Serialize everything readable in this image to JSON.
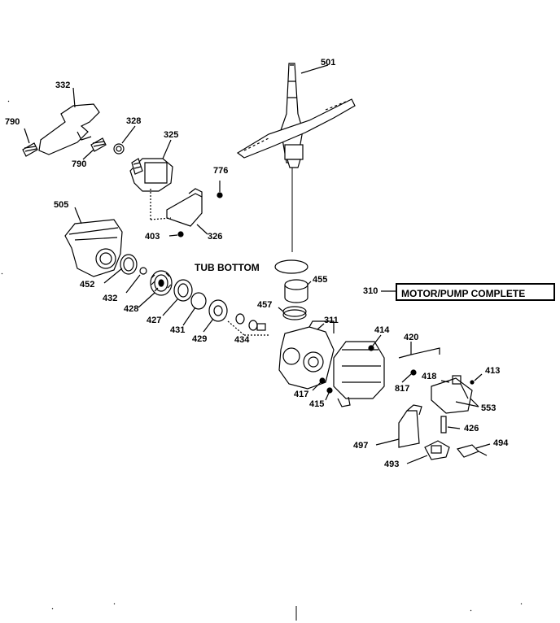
{
  "diagram": {
    "callouts": {
      "p501": "501",
      "p332": "332",
      "p790a": "790",
      "p790b": "790",
      "p328": "328",
      "p325": "325",
      "p776": "776",
      "p403": "403",
      "p326": "326",
      "p505": "505",
      "p452": "452",
      "p432": "432",
      "p428": "428",
      "p427": "427",
      "p431": "431",
      "p429": "429",
      "p434": "434",
      "p455": "455",
      "p457": "457",
      "p311": "311",
      "p414": "414",
      "p420": "420",
      "p418": "418",
      "p413": "413",
      "p817": "817",
      "p417": "417",
      "p415": "415",
      "p553": "553",
      "p426": "426",
      "p497": "497",
      "p494": "494",
      "p493": "493",
      "p310": "310"
    },
    "tub_bottom": "TUB BOTTOM",
    "motor_pump_box": "MOTOR/PUMP COMPLETE"
  }
}
